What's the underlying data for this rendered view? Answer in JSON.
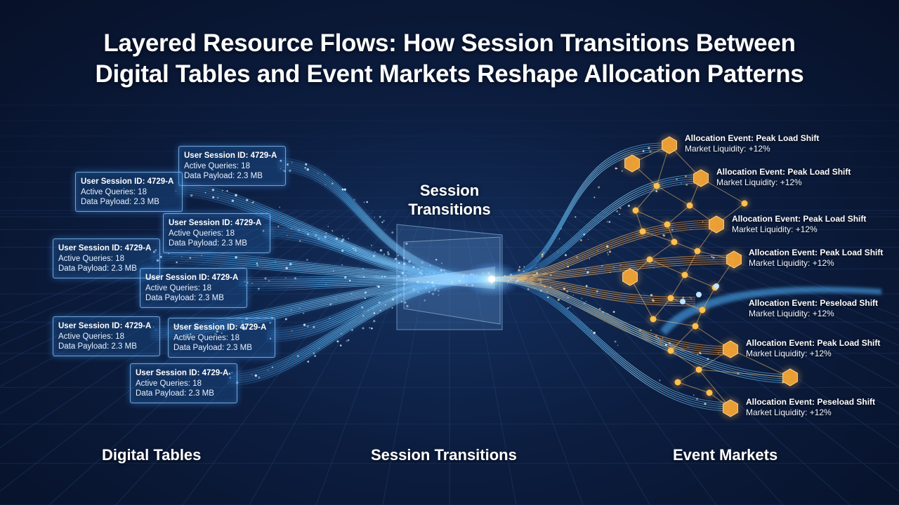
{
  "title": {
    "line1": "Layered Resource Flows: How Session Transitions Between",
    "line2": "Digital Tables and Event Markets Reshape Allocation Patterns"
  },
  "colors": {
    "background": "#0c1d3f",
    "flow_blue": "#4fb4ff",
    "flow_orange": "#ffb347",
    "node_orange": "#f0a030",
    "card_border": "#8ccdff"
  },
  "session_cards": [
    {
      "id": "User Session ID: 4729-A",
      "queries": "Active Queries: 18",
      "payload": "Data Payload: 2.3 MB"
    },
    {
      "id": "User Session ID: 4729-A",
      "queries": "Active Queries: 18",
      "payload": "Data Payload: 2.3 MB"
    },
    {
      "id": "User Session ID: 4729-A",
      "queries": "Active Queries: 18",
      "payload": "Data Payload: 2.3 MB"
    },
    {
      "id": "User Session ID: 4729-A",
      "queries": "Active Queries: 18",
      "payload": "Data Payload: 2.3 MB"
    },
    {
      "id": "User Session ID: 4729-A",
      "queries": "Active Queries: 18",
      "payload": "Data Payload: 2.3 MB"
    },
    {
      "id": "User Session ID: 4729-A",
      "queries": "Active Queries: 18",
      "payload": "Data Payload: 2.3 MB"
    },
    {
      "id": "User Session ID: 4729-A",
      "queries": "Active Queries: 18",
      "payload": "Data Payload: 2.3 MB"
    },
    {
      "id": "User Session ID: 4729-A",
      "queries": "Active Queries: 18",
      "payload": "Data Payload: 2.3 MB"
    }
  ],
  "center": {
    "line1": "Session",
    "line2": "Transitions"
  },
  "events": [
    {
      "title": "Allocation Event: Peak Load Shift",
      "liquidity": "Market Liquidity: +12%"
    },
    {
      "title": "Allocation Event: Peak Load Shift",
      "liquidity": "Market Liquidity: +12%"
    },
    {
      "title": "Allocation Event: Peak Load Shift",
      "liquidity": "Market Liquidity: +12%"
    },
    {
      "title": "Allocation Event: Peak Load Shift",
      "liquidity": "Market Liquidity: +12%"
    },
    {
      "title": "Allocation Event: Peseload Shift",
      "liquidity": "Market Liquidity: +12%"
    },
    {
      "title": "Allocation Event: Peak Load Shift",
      "liquidity": "Market Liquidity: +12%"
    },
    {
      "title": "Allocation Event: Peseload Shift",
      "liquidity": "Market Liquidity: +12%"
    }
  ],
  "sections": {
    "left": "Digital Tables",
    "middle": "Session Transitions",
    "right": "Event Markets"
  }
}
